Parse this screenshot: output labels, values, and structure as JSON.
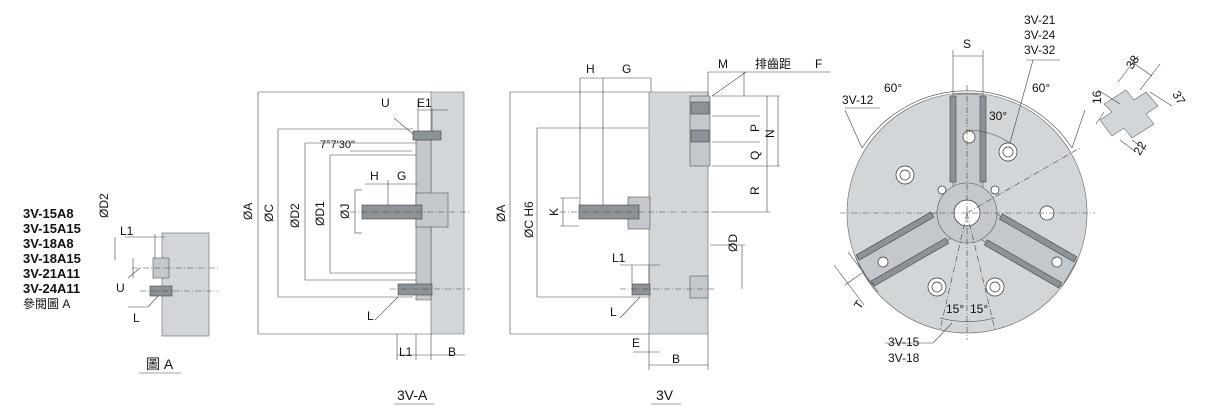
{
  "figure_a": {
    "models": [
      "3V-15A8",
      "3V-15A15",
      "3V-18A8",
      "3V-18A15",
      "3V-21A11",
      "3V-24A11"
    ],
    "note": "參閱圖 A",
    "caption": "圖 A",
    "labels": {
      "d2": "ØD2",
      "l1": "L1",
      "u": "U",
      "l": "L"
    }
  },
  "view_3va": {
    "caption": "3V-A",
    "labels": {
      "a": "ØA",
      "c": "ØC",
      "d2": "ØD2",
      "d1": "ØD1",
      "j": "ØJ",
      "u": "U",
      "e1": "E1",
      "angle": "7°7'30\"",
      "h": "H",
      "g": "G",
      "l": "L",
      "l1": "L1",
      "b": "B"
    }
  },
  "view_3v": {
    "caption": "3V",
    "labels": {
      "h": "H",
      "g": "G",
      "m": "M",
      "pitch": "排齒距",
      "f": "F",
      "p": "P",
      "n": "N",
      "q": "Q",
      "r": "R",
      "k": "K",
      "a": "ØA",
      "c": "ØC H6",
      "d": "ØD",
      "l1": "L1",
      "l": "L",
      "e": "E",
      "b": "B"
    }
  },
  "front_view": {
    "labels": {
      "s": "S",
      "angle60_left": "60°",
      "angle60_right": "60°",
      "angle30": "30°",
      "model_12": "3V-12",
      "models_top": [
        "3V-21",
        "3V-24",
        "3V-32"
      ],
      "t": "T",
      "angle15_left": "15°",
      "angle15_right": "15°",
      "models_bottom": [
        "3V-15",
        "3V-18"
      ]
    }
  },
  "tooth_detail": {
    "labels": {
      "d38": "38",
      "d16": "16",
      "d37": "37",
      "d22": "22"
    }
  }
}
